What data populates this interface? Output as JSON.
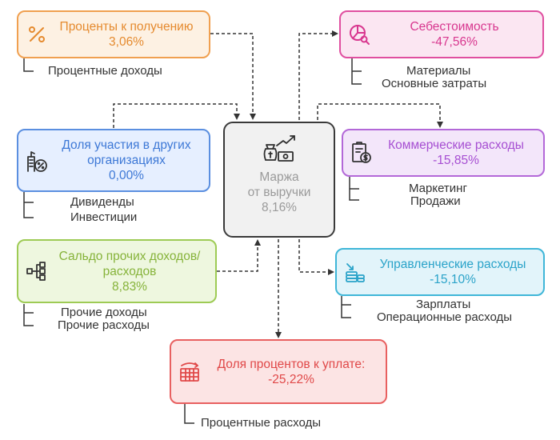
{
  "colors": {
    "orange": "#f0a050",
    "pink": "#e04fa0",
    "blue": "#5b8fe0",
    "purple": "#b368d8",
    "green": "#9ecb55",
    "cyan": "#3fb6d8",
    "red": "#e86060",
    "gray": "#3a3a3a"
  },
  "center": {
    "line1": "Маржа",
    "line2": "от выручки",
    "value": "8,16%",
    "icon": "money-growth-icon"
  },
  "nodes": {
    "interest_receivable": {
      "title": "Проценты к получению",
      "value": "3,06%",
      "icon": "percent-icon",
      "subs": [
        "Процентные доходы"
      ]
    },
    "cost": {
      "title": "Себестоимость",
      "value": "-47,56%",
      "icon": "pie-search-icon",
      "subs": [
        "Материалы",
        "Основные затраты"
      ]
    },
    "participation": {
      "title_line1": "Доля участия в других",
      "title_line2": "организациях",
      "value": "0,00%",
      "icon": "building-percent-icon",
      "subs": [
        "Дивиденды",
        "Инвестиции"
      ]
    },
    "commercial": {
      "title": "Коммерческие расходы",
      "value": "-15,85%",
      "icon": "document-money-icon",
      "subs": [
        "Маркетинг",
        "Продажи"
      ]
    },
    "other_balance": {
      "title_line1": "Сальдо прочих доходов/",
      "title_line2": "расходов",
      "value": "8,83%",
      "icon": "network-icon",
      "subs": [
        "Прочие доходы",
        "Прочие расходы"
      ]
    },
    "management": {
      "title": "Управленческие расходы",
      "value": "-15,10%",
      "icon": "coins-stack-icon",
      "subs": [
        "Зарплаты",
        "Операционные расходы"
      ]
    },
    "interest_payable": {
      "title": "Доля процентов к уплате:",
      "value": "-25,22%",
      "icon": "abacus-icon",
      "subs": [
        "Процентные расходы"
      ]
    }
  }
}
